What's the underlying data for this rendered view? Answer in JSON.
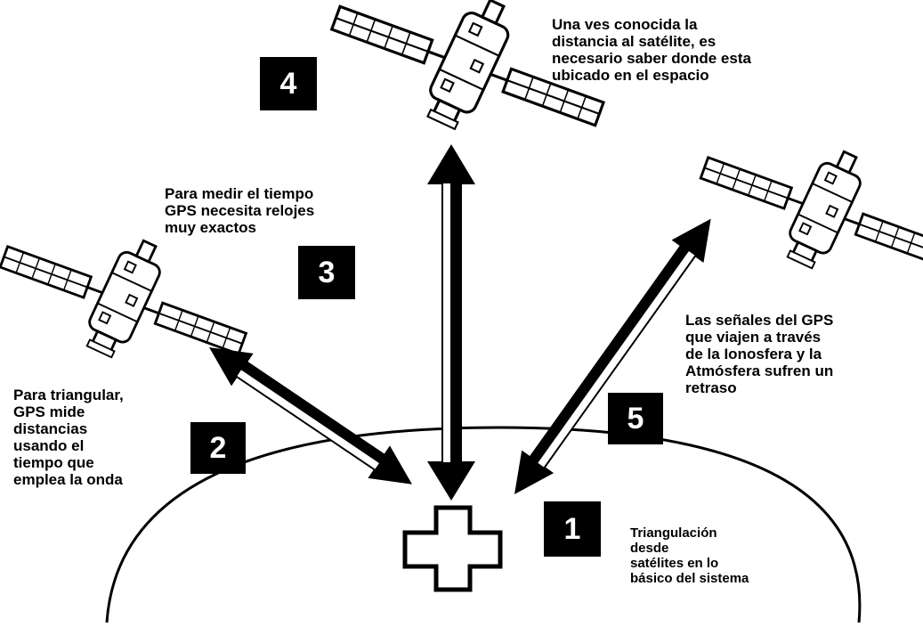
{
  "steps": [
    {
      "number": "1",
      "text": [
        "Triangulación",
        "desde",
        "satélites en lo",
        "básico del sistema"
      ]
    },
    {
      "number": "2",
      "text": [
        "Para triangular,",
        "GPS mide",
        "distancias",
        "usando el",
        "tiempo que",
        "emplea la onda"
      ]
    },
    {
      "number": "3",
      "text": [
        "Para medir el tiempo",
        "GPS necesita relojes",
        "muy exactos"
      ]
    },
    {
      "number": "4",
      "text": [
        "Una ves conocida la",
        "distancia al satélite, es",
        "necesario saber donde esta",
        "ubicado en el espacio"
      ]
    },
    {
      "number": "5",
      "text": [
        "Las señales del GPS",
        "que viajen a través",
        "de la Ionosfera y la",
        "Atmósfera sufren un",
        "retraso"
      ]
    }
  ]
}
